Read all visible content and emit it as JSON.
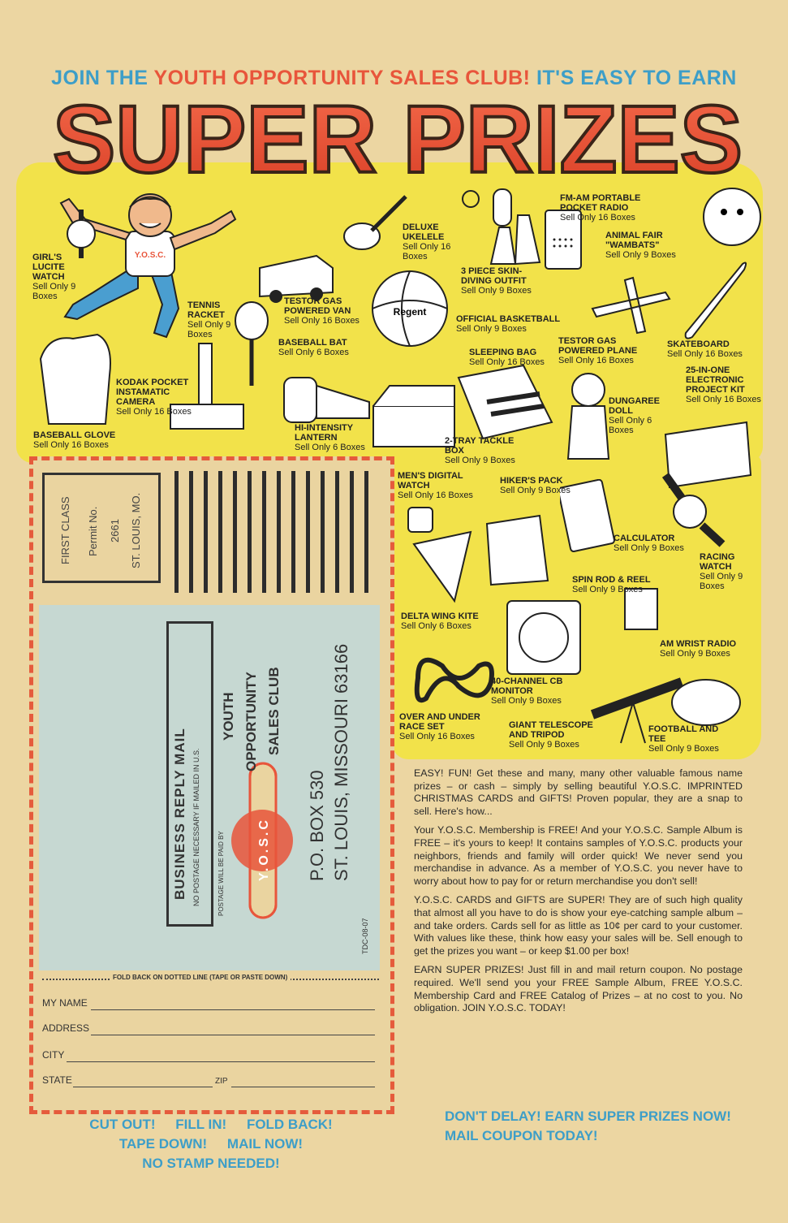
{
  "header": {
    "join_the": "JOIN THE",
    "club_name": "YOUTH OPPORTUNITY SALES CLUB!",
    "easy": "IT'S EASY TO EARN",
    "headline": "SUPER PRIZES"
  },
  "mascot_logo": "Y.O.S.C.",
  "prizes": [
    {
      "name": "GIRL'S LUCITE WATCH",
      "desc": "Sell Only 9 Boxes"
    },
    {
      "name": "DELUXE UKELELE",
      "desc": "Sell Only 16 Boxes"
    },
    {
      "name": "3 PIECE SKIN-DIVING OUTFIT",
      "desc": "Sell Only 9 Boxes"
    },
    {
      "name": "FM-AM PORTABLE POCKET RADIO",
      "desc": "Sell Only 16 Boxes"
    },
    {
      "name": "ANIMAL FAIR \"WAMBATS\"",
      "desc": "Sell Only 9 Boxes"
    },
    {
      "name": "TENNIS RACKET",
      "desc": "Sell Only 9 Boxes"
    },
    {
      "name": "TESTOR GAS POWERED VAN",
      "desc": "Sell Only 16 Boxes"
    },
    {
      "name": "OFFICIAL BASKETBALL",
      "desc": "Sell Only 9 Boxes"
    },
    {
      "name": "TESTOR GAS POWERED PLANE",
      "desc": "Sell Only 16 Boxes"
    },
    {
      "name": "SKATEBOARD",
      "desc": "Sell Only 16 Boxes"
    },
    {
      "name": "BASEBALL BAT",
      "desc": "Sell Only 6 Boxes"
    },
    {
      "name": "SLEEPING BAG",
      "desc": "Sell Only 16 Boxes"
    },
    {
      "name": "KODAK POCKET INSTAMATIC CAMERA",
      "desc": "Sell Only 16 Boxes"
    },
    {
      "name": "25-IN-ONE ELECTRONIC PROJECT KIT",
      "desc": "Sell Only 16 Boxes"
    },
    {
      "name": "DUNGAREE DOLL",
      "desc": "Sell Only 6 Boxes"
    },
    {
      "name": "BASEBALL GLOVE",
      "desc": "Sell Only 16 Boxes"
    },
    {
      "name": "HI-INTENSITY LANTERN",
      "desc": "Sell Only 6 Boxes"
    },
    {
      "name": "2-TRAY TACKLE BOX",
      "desc": "Sell Only 9 Boxes"
    },
    {
      "name": "MEN'S DIGITAL WATCH",
      "desc": "Sell Only 16 Boxes"
    },
    {
      "name": "HIKER'S PACK",
      "desc": "Sell Only 9 Boxes"
    },
    {
      "name": "CALCULATOR",
      "desc": "Sell Only 9 Boxes"
    },
    {
      "name": "RACING WATCH",
      "desc": "Sell Only 9 Boxes"
    },
    {
      "name": "SPIN ROD & REEL",
      "desc": "Sell Only 9 Boxes"
    },
    {
      "name": "DELTA WING KITE",
      "desc": "Sell Only 6 Boxes"
    },
    {
      "name": "AM WRIST RADIO",
      "desc": "Sell Only 9 Boxes"
    },
    {
      "name": "40-CHANNEL CB MONITOR",
      "desc": "Sell Only 9 Boxes"
    },
    {
      "name": "OVER AND UNDER RACE SET",
      "desc": "Sell Only 16 Boxes"
    },
    {
      "name": "GIANT TELESCOPE AND TRIPOD",
      "desc": "Sell Only 9 Boxes"
    },
    {
      "name": "FOOTBALL AND TEE",
      "desc": "Sell Only 9 Boxes"
    }
  ],
  "item_labels": {
    "basketball_brand": "Regent"
  },
  "coupon": {
    "stamp": {
      "line1": "FIRST CLASS",
      "line2": "Permit No.",
      "line3": "2661",
      "line4": "ST. LOUIS, MO."
    },
    "reply_box": {
      "line1": "BUSINESS REPLY MAIL",
      "line2": "NO POSTAGE NECESSARY IF MAILED IN U.S."
    },
    "postage_note": "POSTAGE WILL BE PAID BY",
    "logo_text": "Y.O.S.C",
    "address": {
      "name1": "YOUTH",
      "name2": "OPPORTUNITY",
      "name3": "SALES CLUB",
      "box": "P.O. BOX 530",
      "city": "ST. LOUIS, MISSOURI 63166"
    },
    "code": "TDC-08-07",
    "fold_label": "FOLD BACK ON DOTTED LINE (TAPE OR PASTE DOWN)",
    "fields": {
      "name": "MY NAME",
      "address": "ADDRESS",
      "city": "CITY",
      "state": "STATE",
      "zip": "ZIP"
    }
  },
  "cta_left": {
    "cut_out": "CUT OUT!",
    "fill_in": "FILL IN!",
    "fold_back": "FOLD BACK!",
    "tape_down": "TAPE DOWN!",
    "mail_now": "MAIL NOW!",
    "no_stamp": "NO STAMP NEEDED!"
  },
  "body": {
    "p1": "EASY! FUN! Get these and many, many other valuable famous name prizes – or cash – simply by selling beautiful Y.O.S.C. IMPRINTED CHRISTMAS CARDS and GIFTS! Proven popular, they are a snap to sell. Here's how...",
    "p2": "Your Y.O.S.C. Membership is FREE! And your Y.O.S.C. Sample Album is FREE – it's yours to keep! It contains samples of Y.O.S.C. products your neighbors, friends and family will order quick! We never send you merchandise in advance. As a member of Y.O.S.C. you never have to worry about how to pay for or return merchandise you don't sell!",
    "p3": "Y.O.S.C. CARDS and GIFTS are SUPER! They are of such high quality that almost all you have to do is show your eye-catching sample album – and take orders. Cards sell for as little as 10¢ per card to your customer. With values like these, think how easy your sales will be. Sell enough to get the prizes you want – or keep $1.00 per box!",
    "p4": "EARN SUPER PRIZES! Just fill in and mail return coupon. No postage required. We'll send you your FREE Sample Album, FREE Y.O.S.C. Membership Card and FREE Catalog of Prizes – at no cost to you. No obligation. JOIN Y.O.S.C. TODAY!"
  },
  "cta_right": {
    "line1": "DON'T DELAY! EARN SUPER PRIZES NOW!",
    "line2": "MAIL COUPON TODAY!"
  },
  "colors": {
    "paper": "#ecd6a2",
    "yellow": "#f2e24a",
    "blue": "#3d9ec8",
    "red": "#e8553b",
    "coupon_border": "#e55b3c",
    "reply_panel": "#c6d8d2"
  }
}
